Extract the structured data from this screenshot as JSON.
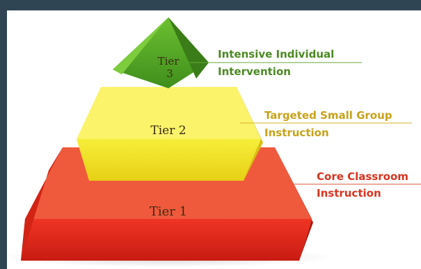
{
  "diagram": {
    "tiers": [
      {
        "label_line1": "Tier",
        "label_line2": "3",
        "color": "#5dac2a"
      },
      {
        "label": "Tier 2",
        "color": "#f2e31e"
      },
      {
        "label": "Tier 1",
        "color": "#e52a1b"
      }
    ],
    "callouts": [
      {
        "line1": "Intensive Individual",
        "line2": "Intervention",
        "color": "#4c8a23"
      },
      {
        "line1": "Targeted Small Group",
        "line2": "Instruction",
        "color": "#c9a21a"
      },
      {
        "line1": "Core Classroom",
        "line2": "Instruction",
        "color": "#d8331f"
      }
    ]
  }
}
